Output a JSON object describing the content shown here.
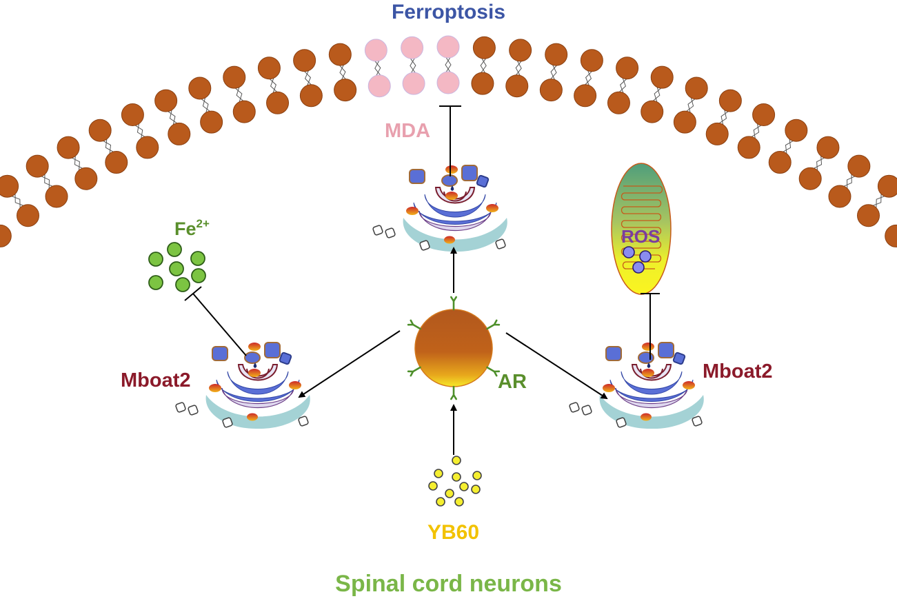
{
  "title": "Ferroptosis",
  "footer": "Spinal cord neurons",
  "labels": {
    "mda": "MDA",
    "fe": "Fe",
    "fe_charge": "2+",
    "ros": "ROS",
    "mboat_left": "Mboat2",
    "mboat_right": "Mboat2",
    "ar": "AR",
    "yb60": "YB60"
  },
  "colors": {
    "title": "#3c55a5",
    "lipid_head": "#b95a1c",
    "oxidized_lipid": "#f4b8c4",
    "mda": "#e8a0ae",
    "fe": "#5a8f2c",
    "fe_ion": "#7cc442",
    "ros": "#7a3da0",
    "mboat2": "#8b1a2a",
    "ar": "#5a8f2c",
    "receptor": "#4d8f2a",
    "yb60": "#f2c200",
    "yb60_particle": "#f5ef30",
    "footer": "#7ab648",
    "golgi": "#5a6fd6"
  },
  "edges": [
    {
      "from": "AR",
      "to": "Golgi (left)",
      "type": "activation"
    },
    {
      "from": "AR",
      "to": "Golgi (top)",
      "type": "activation"
    },
    {
      "from": "AR",
      "to": "Golgi (right)",
      "type": "activation"
    },
    {
      "from": "YB60",
      "to": "AR",
      "type": "activation"
    },
    {
      "from": "Golgi (left)",
      "to": "Fe2+",
      "type": "inhibition"
    },
    {
      "from": "Golgi (top)",
      "to": "MDA / oxidized lipids",
      "type": "inhibition"
    },
    {
      "from": "Golgi (right)",
      "to": "ROS",
      "type": "inhibition"
    }
  ]
}
